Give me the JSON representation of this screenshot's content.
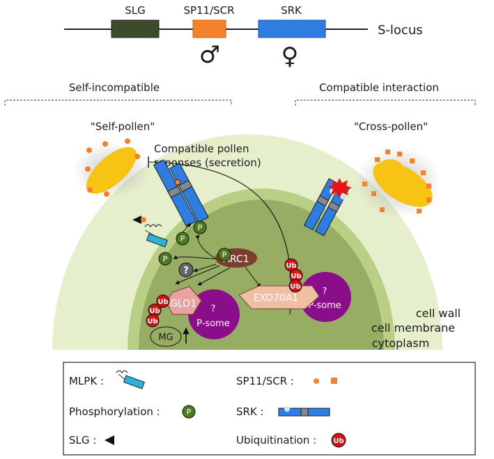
{
  "locus": {
    "genes": [
      "SLG",
      "SP11/SCR",
      "SRK"
    ],
    "name": "S-locus",
    "male_symbol": "♂",
    "female_symbol": "♀"
  },
  "panels": {
    "left_title": "Self-incompatible",
    "right_title": "Compatible interaction",
    "self_pollen": "\"Self-pollen\"",
    "cross_pollen": "\"Cross-pollen\""
  },
  "annotations": {
    "compatible_line1": "Compatible pollen",
    "compatible_line2": "reponses (secretion)"
  },
  "cell": {
    "arc1": "ARC1",
    "glo1": "GLO1",
    "exo70a1": "EXO70A1",
    "p_some": "P-some",
    "question": "?",
    "mg": "MG",
    "p": "P",
    "ub": "Ub",
    "cell_wall": "cell wall",
    "cell_membrane": "cell membrane",
    "cytoplasm": "cytoplasm"
  },
  "legend": {
    "mlpk": "MLPK :",
    "sp11": "SP11/SCR :",
    "phosphorylation": "Phosphorylation :",
    "srk": "SRK :",
    "slg": "SLG :",
    "ubiquitination": "Ubiquitination :"
  },
  "colors": {
    "slg": "#3d4a2c",
    "sp11": "#f5822a",
    "srk": "#2f7de0",
    "cell_wall": "#e6efcc",
    "cell_membrane": "#b9cf85",
    "cytoplasm": "#97ad63",
    "arc1": "#7a3f2c",
    "glo1": "#e7a3a0",
    "exo70a1": "#efbfa3",
    "p_some": "#8a0d8a",
    "phospho": "#4d7a1c",
    "ub": "#d61313",
    "pollen": "#f7c414"
  }
}
